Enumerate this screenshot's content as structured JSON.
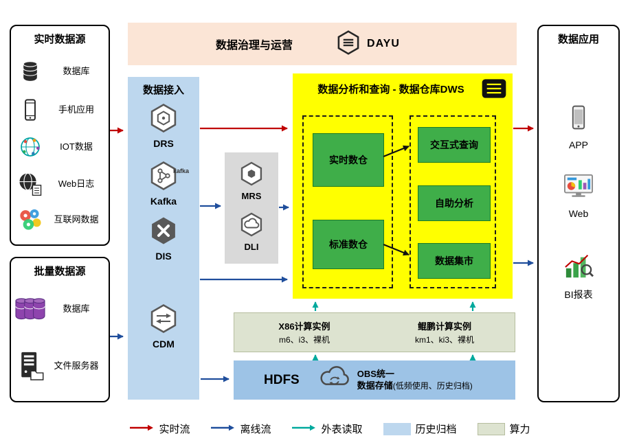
{
  "governance": {
    "title": "数据治理与运营",
    "logo_text": "DAYU"
  },
  "realtime_sources": {
    "title": "实时数据源",
    "items": [
      {
        "label": "数据库"
      },
      {
        "label": "手机应用"
      },
      {
        "label": "IOT数据"
      },
      {
        "label": "Web日志"
      },
      {
        "label": "互联网数据"
      }
    ]
  },
  "batch_sources": {
    "title": "批量数据源",
    "items": [
      {
        "label": "数据库"
      },
      {
        "label": "文件服务器"
      }
    ]
  },
  "data_access": {
    "title": "数据接入",
    "kafka_mini": "kafka",
    "items": [
      {
        "label": "DRS"
      },
      {
        "label": "Kafka"
      },
      {
        "label": "DIS"
      },
      {
        "label": "CDM"
      }
    ]
  },
  "compute_services": {
    "items": [
      {
        "label": "MRS"
      },
      {
        "label": "DLI"
      }
    ]
  },
  "dws": {
    "title": "数据分析和查询 - 数据仓库DWS",
    "warehouses": [
      {
        "label": "实时数仓"
      },
      {
        "label": "标准数仓"
      }
    ],
    "services": [
      {
        "label": "交互式查询"
      },
      {
        "label": "自助分析"
      },
      {
        "label": "数据集市"
      }
    ]
  },
  "applications": {
    "title": "数据应用",
    "items": [
      {
        "label": "APP"
      },
      {
        "label": "Web"
      },
      {
        "label": "BI报表"
      }
    ]
  },
  "compute_instances": {
    "x86": {
      "title": "X86计算实例",
      "subtitle": "m6、i3、裸机"
    },
    "kunpeng": {
      "title": "鲲鹏计算实例",
      "subtitle": "km1、ki3、裸机"
    }
  },
  "storage": {
    "hdfs": "HDFS",
    "obs_line1": "OBS统一",
    "obs_line2": "数据存储",
    "obs_note": "(低频使用、历史归档)"
  },
  "legend": {
    "realtime": "实时流",
    "offline": "离线流",
    "external": "外表读取",
    "archive": "历史归档",
    "compute": "算力"
  },
  "colors": {
    "realtime_flow": "#c00000",
    "offline_flow": "#1f4e9c",
    "external_read": "#00a99d",
    "archive_bg": "#bdd7ee",
    "compute_bg": "#dde3d0",
    "governance_bg": "#fbe5d6",
    "access_bg": "#bdd7ee",
    "mrs_bg": "#d9d9d9",
    "dws_bg": "#ffff00",
    "node_green": "#3fae49",
    "storage_bg": "#9dc3e6"
  }
}
